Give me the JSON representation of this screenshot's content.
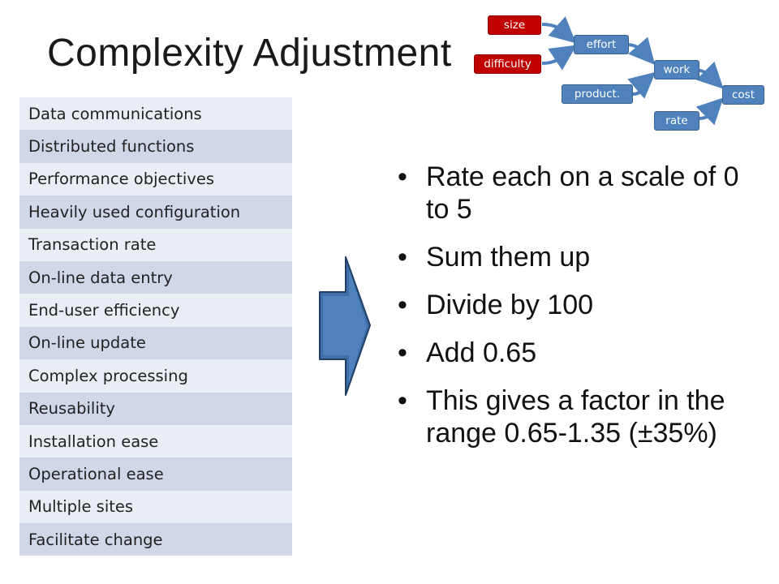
{
  "title": "Complexity Adjustment",
  "factors": [
    "Data communications",
    "Distributed functions",
    "Performance objectives",
    "Heavily used configuration",
    "Transaction rate",
    "On-line data entry",
    "End-user efficiency",
    "On-line update",
    "Complex processing",
    "Reusability",
    "Installation ease",
    "Operational ease",
    "Multiple sites",
    "Facilitate change"
  ],
  "bullets": [
    "Rate each on a scale of 0 to 5",
    "Sum them up",
    "Divide by 100",
    "Add 0.65",
    "This gives a factor in the range 0.65-1.35 (±35%)"
  ],
  "diagram": {
    "size": "size",
    "difficulty": "difficulty",
    "effort": "effort",
    "product": "product.",
    "work": "work",
    "rate": "rate",
    "cost": "cost"
  },
  "colors": {
    "red_node": "#c00000",
    "blue_node": "#4f81bd",
    "connector": "#4f81bd",
    "row_light": "#e9edf4",
    "row_dark": "#d0d8e8"
  }
}
